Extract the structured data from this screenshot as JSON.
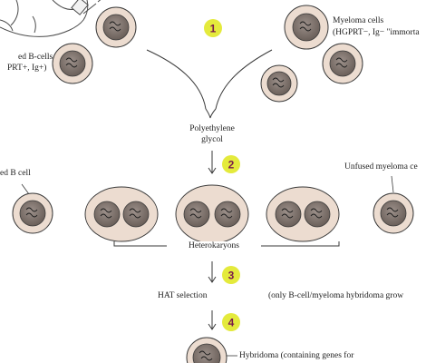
{
  "steps": [
    "1",
    "2",
    "3",
    "4"
  ],
  "labels": {
    "b_cells_line1": "ed B-cells",
    "b_cells_line2": "PRT+, Ig+)",
    "myeloma_line1": "Myeloma cells",
    "myeloma_line2": "(HGPRT−, Ig−  \"immorta",
    "peg_line1": "Polyethylene",
    "peg_line2": "glycol",
    "unfused_b": "ed B cell",
    "unfused_myeloma": "Unfused myeloma ce",
    "heterokaryons": "Heterokaryons",
    "hat": "HAT selection",
    "hat_note": "(only B-cell/myeloma hybridoma grow",
    "hybridoma": "Hybridoma (containing genes for"
  },
  "colors": {
    "step_badge": "#e4ea3c",
    "step_text": "#7a1a4a",
    "cell_outer": "#ecdcd0",
    "nucleus": "#7a6e68",
    "line": "#3a3a3a"
  }
}
